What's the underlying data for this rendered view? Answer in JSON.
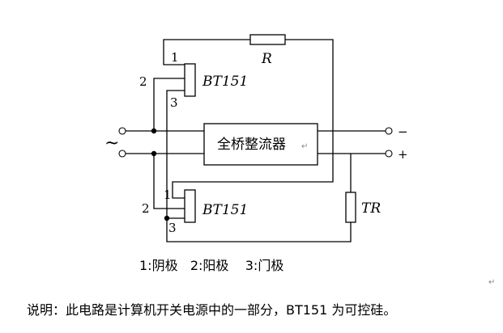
{
  "resistor": {
    "label": "R"
  },
  "thyristor_top": {
    "label": "BT151",
    "pin1": "1",
    "pin2": "2",
    "pin3": "3"
  },
  "thyristor_bottom": {
    "label": "BT151",
    "pin1": "1",
    "pin2": "2",
    "pin3": "3"
  },
  "rectifier": {
    "label": "全桥整流器"
  },
  "ac_input": {
    "symbol": "~"
  },
  "output": {
    "neg": "−",
    "pos": "+"
  },
  "tr": {
    "label": "TR"
  },
  "legend": {
    "text": "1:阴极   2:阳极    3:门极"
  },
  "note": {
    "text": "说明：此电路是计算机开关电源中的一部分，BT151 为可控硅。"
  },
  "marks": {
    "return": "↵"
  }
}
